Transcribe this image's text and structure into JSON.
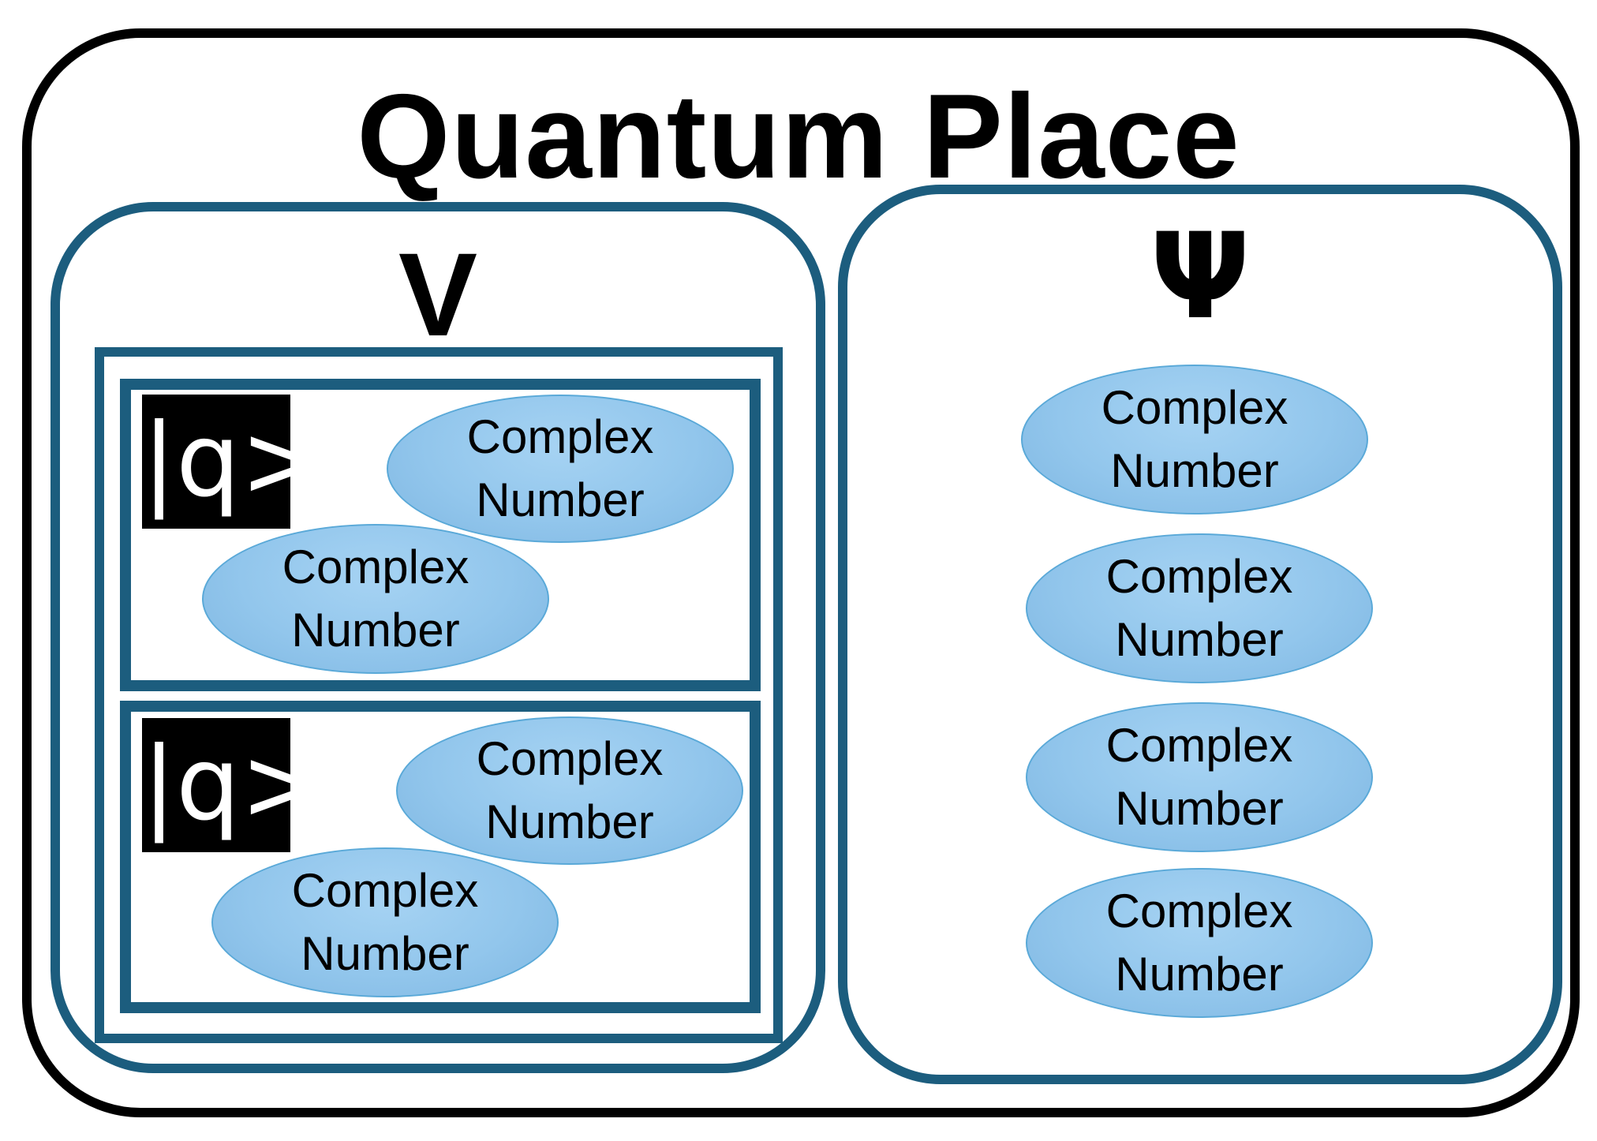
{
  "title": "Quantum Place",
  "colors": {
    "outer_border": "#000000",
    "panel_border": "#1c5d7e",
    "ellipse_fill": "#92c6ec",
    "ellipse_border": "#5aa9d8",
    "ket_background": "#000000",
    "ket_text": "#ffffff"
  },
  "panels": {
    "v": {
      "label": "V",
      "qubits": [
        {
          "ket": "|q>",
          "numbers": [
            {
              "line1": "Complex",
              "line2": "Number"
            },
            {
              "line1": "Complex",
              "line2": "Number"
            }
          ]
        },
        {
          "ket": "|q>",
          "numbers": [
            {
              "line1": "Complex",
              "line2": "Number"
            },
            {
              "line1": "Complex",
              "line2": "Number"
            }
          ]
        }
      ]
    },
    "psi": {
      "label": "Ψ",
      "numbers": [
        {
          "line1": "Complex",
          "line2": "Number"
        },
        {
          "line1": "Complex",
          "line2": "Number"
        },
        {
          "line1": "Complex",
          "line2": "Number"
        },
        {
          "line1": "Complex",
          "line2": "Number"
        }
      ]
    }
  }
}
